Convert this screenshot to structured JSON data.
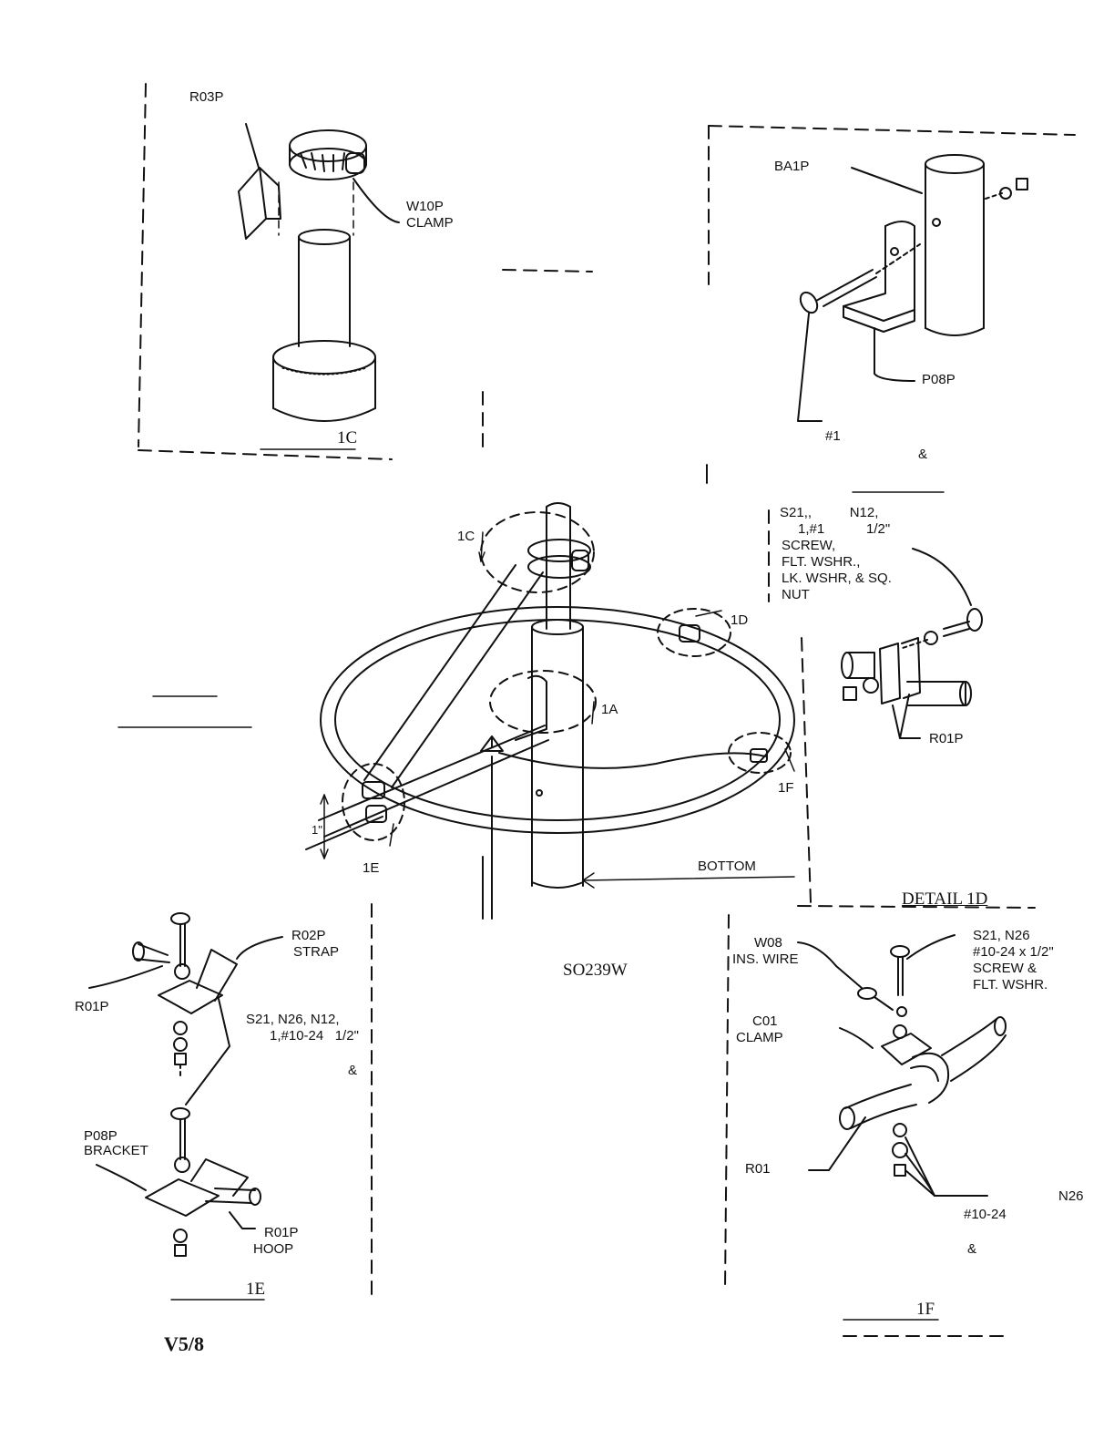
{
  "diagram": {
    "detail_1c": {
      "part_r03p": "R03P",
      "clamp_part": "W10P",
      "clamp_name": "CLAMP",
      "caption": "1C"
    },
    "detail_1a": {
      "part_ba1p": "BA1P",
      "part_p08p": "P08P",
      "screw_a": "#1",
      "amp": "&"
    },
    "detail_1d": {
      "line1": "S21,,          N12,",
      "line2": "1,#1           1/2\"",
      "line3": "SCREW,",
      "line4": "FLT. WSHR.,",
      "line5": "LK. WSHR, & SQ.",
      "line6": "NUT",
      "part_r01p": "R01P",
      "caption": "DETAIL 1D"
    },
    "main": {
      "callout_1c": "1C",
      "callout_1d": "1D",
      "callout_1a": "1A",
      "callout_1f": "1F",
      "callout_1e": "1E",
      "dim_1in": "1\"",
      "bottom": "BOTTOM",
      "connector": "SO239W"
    },
    "detail_1e": {
      "strap_part": "R02P",
      "strap_name": "STRAP",
      "part_r01p": "R01P",
      "hw_line1": "S21, N26, N12,",
      "hw_line2": "1,#10-24   1/2\"",
      "amp": "&",
      "bracket_part": "P08P",
      "bracket_name": "BRACKET",
      "hoop_part": "R01P",
      "hoop_name": "HOOP",
      "caption": "1E"
    },
    "detail_1f": {
      "wire_part": "W08",
      "wire_name": "INS. WIRE",
      "clamp_part": "C01",
      "clamp_name": "CLAMP",
      "hw_line1": "S21, N26",
      "hw_line2": "#10-24 x 1/2\"",
      "hw_line3": "SCREW &",
      "hw_line4": "FLT. WSHR.",
      "part_r01": "R01",
      "part_n26": "N26",
      "nut_size": "#10-24",
      "amp": "&",
      "caption": "1F"
    },
    "version": "V5/8"
  }
}
